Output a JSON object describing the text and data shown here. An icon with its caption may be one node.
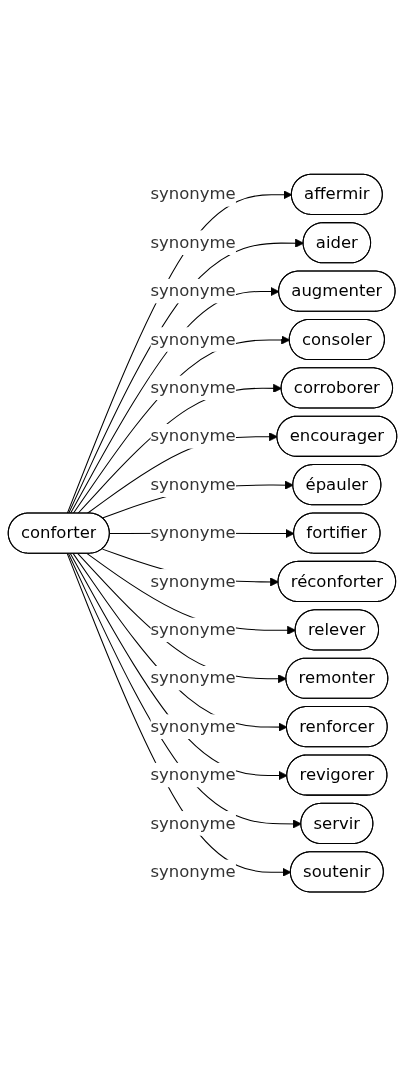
{
  "diagram": {
    "nodes": [
      {
        "text": [
          "conforter"
        ]
      },
      {
        "text": [
          "affermir"
        ]
      },
      {
        "text": [
          "aider"
        ]
      },
      {
        "text": [
          "augmenter"
        ]
      },
      {
        "text": [
          "consoler"
        ]
      },
      {
        "text": [
          "corroborer"
        ]
      },
      {
        "text": [
          "encourager"
        ]
      },
      {
        "text": [
          "épauler"
        ]
      },
      {
        "text": [
          "fortifier"
        ]
      },
      {
        "text": [
          "réconforter"
        ]
      },
      {
        "text": [
          "relever"
        ]
      },
      {
        "text": [
          "remonter"
        ]
      },
      {
        "text": [
          "renforcer"
        ]
      },
      {
        "text": [
          "revigorer"
        ]
      },
      {
        "text": [
          "servir"
        ]
      },
      {
        "text": [
          "soutenir"
        ]
      }
    ],
    "edges": [
      {
        "from": 0,
        "to": 1,
        "arrow": "to",
        "label": "synonyme"
      },
      {
        "from": 0,
        "to": 2,
        "arrow": "to",
        "label": "synonyme"
      },
      {
        "from": 0,
        "to": 3,
        "arrow": "to",
        "label": "synonyme"
      },
      {
        "from": 0,
        "to": 4,
        "arrow": "to",
        "label": "synonyme"
      },
      {
        "from": 0,
        "to": 5,
        "arrow": "to",
        "label": "synonyme"
      },
      {
        "from": 0,
        "to": 6,
        "arrow": "to",
        "label": "synonyme"
      },
      {
        "from": 0,
        "to": 7,
        "arrow": "to",
        "label": "synonyme"
      },
      {
        "from": 0,
        "to": 8,
        "arrow": "to",
        "label": "synonyme"
      },
      {
        "from": 0,
        "to": 9,
        "arrow": "to",
        "label": "synonyme"
      },
      {
        "from": 0,
        "to": 10,
        "arrow": "to",
        "label": "synonyme"
      },
      {
        "from": 0,
        "to": 11,
        "arrow": "to",
        "label": "synonyme"
      },
      {
        "from": 0,
        "to": 12,
        "arrow": "to",
        "label": "synonyme"
      },
      {
        "from": 0,
        "to": 13,
        "arrow": "to",
        "label": "synonyme"
      },
      {
        "from": 0,
        "to": 14,
        "arrow": "to",
        "label": "synonyme"
      },
      {
        "from": 0,
        "to": 15,
        "arrow": "to",
        "label": "synonyme"
      }
    ]
  }
}
